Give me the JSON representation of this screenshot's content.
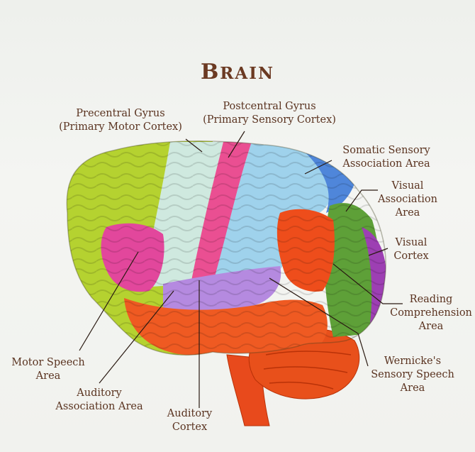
{
  "title": "Brain",
  "labels": {
    "precentral": [
      "Precentral Gyrus",
      "(Primary Motor Cortex)"
    ],
    "postcentral": [
      "Postcentral Gyrus",
      "(Primary Sensory Cortex)"
    ],
    "somatic": [
      "Somatic Sensory",
      "Association Area"
    ],
    "visual_assoc": [
      "Visual",
      "Association",
      "Area"
    ],
    "visual_cortex": [
      "Visual",
      "Cortex"
    ],
    "reading": [
      "Reading",
      "Comprehension",
      "Area"
    ],
    "wernicke": [
      "Wernicke's",
      "Sensory Speech",
      "Area"
    ],
    "motor_speech": [
      "Motor Speech",
      "Area"
    ],
    "auditory_assoc": [
      "Auditory",
      "Association Area"
    ],
    "auditory_cortex": [
      "Auditory",
      "Cortex"
    ]
  },
  "colors": {
    "frontal": "#b5d230",
    "motor_speech": "#e2479c",
    "primary_motor": "#cfe9df",
    "primary_sensory": "#ea4f92",
    "somatic": "#9fd2ec",
    "parietal_blue": "#4f86da",
    "visual_assoc": "#5ea038",
    "visual_cortex": "#9d3fb3",
    "reading": "#ee4d1b",
    "temporal": "#ef5a22",
    "auditory": "#b58ae0",
    "cerebellum": "#e8501b",
    "text": "#5a3320"
  }
}
